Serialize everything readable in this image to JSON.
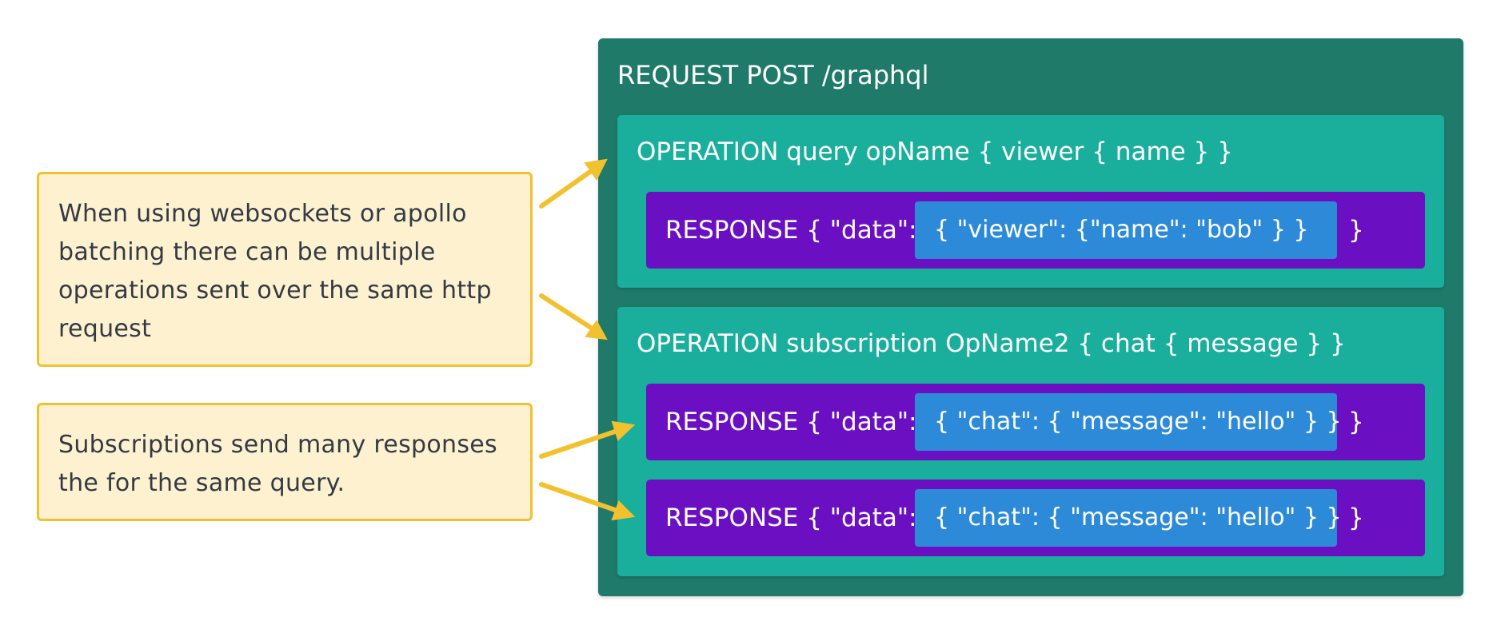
{
  "notes": {
    "batching": "When using websockets or apollo batching there can be multiple operations sent over the same http request",
    "subscriptions": "Subscriptions send many responses the for the same query."
  },
  "request": {
    "title": "REQUEST POST /graphql",
    "operations": [
      {
        "title": "OPERATION query opName { viewer { name } }",
        "responses": [
          {
            "prefix": "RESPONSE { \"data\":",
            "data": "{ \"viewer\": {\"name\": \"bob\" } }",
            "suffix": "}"
          }
        ]
      },
      {
        "title": "OPERATION subscription OpName2 { chat { message } }",
        "responses": [
          {
            "prefix": "RESPONSE { \"data\":",
            "data": "{ \"chat\": { \"message\": \"hello\" } }",
            "suffix": "}"
          },
          {
            "prefix": "RESPONSE { \"data\":",
            "data": "{ \"chat\": { \"message\": \"hello\" } }",
            "suffix": "}"
          }
        ]
      }
    ]
  },
  "colors": {
    "note_bg": "#fdf1d0",
    "note_border": "#f2c12e",
    "arrow": "#f2c12e",
    "request_bg": "#1f7a6a",
    "operation_bg": "#1aae9c",
    "response_bg": "#6a10c2",
    "data_bg": "#2d8ad8"
  }
}
